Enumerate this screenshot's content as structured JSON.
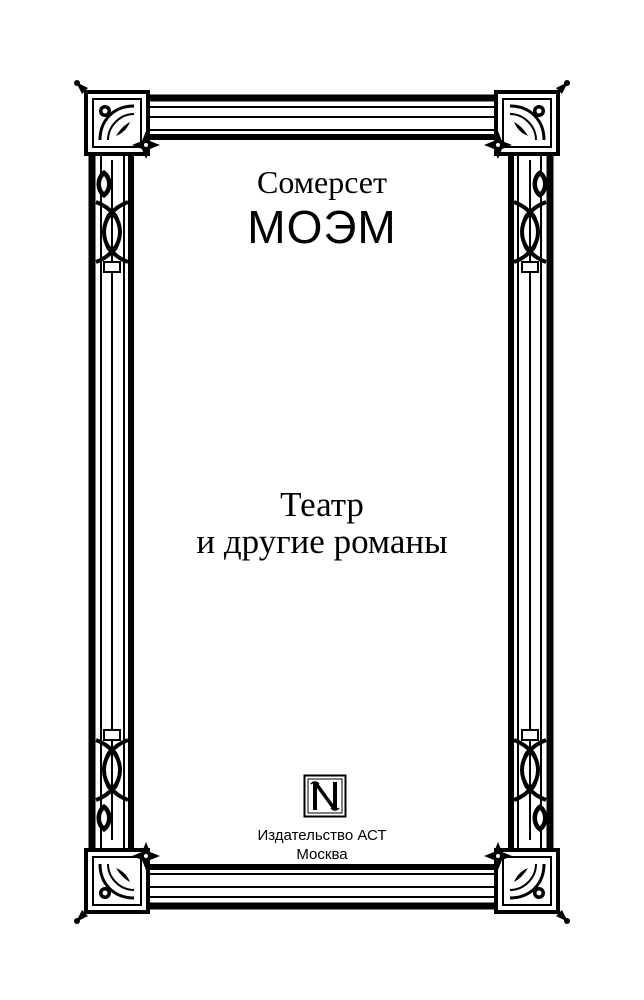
{
  "author": {
    "first_name": "Сомерсет",
    "last_name": "МОЭМ"
  },
  "title": {
    "line1": "Театр",
    "line2": "и другие романы"
  },
  "publisher": {
    "logo_icon": "publisher-n-logo-icon",
    "name": "Издательство АСТ",
    "city": "Москва"
  },
  "colors": {
    "ink": "#000000",
    "paper": "#ffffff"
  }
}
